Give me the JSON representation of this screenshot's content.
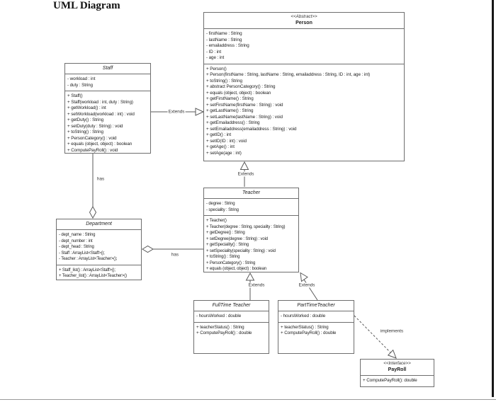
{
  "page": {
    "title": "UML Diagram"
  },
  "relationships": {
    "staff_extends_person": "Extends",
    "teacher_extends_person": "Extends",
    "department_has_staff": "has",
    "department_has_teacher": "has",
    "fulltime_extends_teacher": "Extends",
    "parttime_extends_teacher": "Extends",
    "parttime_implements_payroll": "implements"
  },
  "classes": {
    "person": {
      "stereotype": "<<Abstract>>",
      "name": "Person",
      "attributes": [
        "- firstName : String",
        "- lastName : String",
        "- emailaddress : String",
        "- ID : int",
        "- age : int"
      ],
      "methods": [
        "+ Person()",
        "+ Person(firstName : String, lastName : String, emailaddress : String, ID : int, age : int)",
        "+ toString() : String",
        "+ abstract PersonCategory() : String",
        "+ equals (object, object) : boolean",
        "+ getFirstName() : String",
        "+ setFirstName(firstName : String) : void",
        "+ getLastName() : String",
        "+ setLastName(lastName : String) : void",
        "+ getEmailaddress() : String",
        "+ setEmailaddress(emailaddress : String) : void",
        "+ getID() : int",
        "+ setID(ID : int) : void",
        "+ getAge() : int",
        "+ setAge(age : int)"
      ]
    },
    "staff": {
      "name": "Staff",
      "attributes": [
        "- workload : int",
        "- duty : String"
      ],
      "methods": [
        "+ Staff()",
        "+ Staff(workload : int, duty : String)",
        "+ getWorkload() : int",
        "+ setWorkload(workload : int) : void",
        "+ getDuty() : String",
        "+ setDuty(duty : String) : void",
        "+ toString() : String",
        "+ PersonCategory() : void",
        "+ equals (object, object) : boolean",
        "+ ComputePayRoll() : void"
      ]
    },
    "teacher": {
      "name": "Teacher",
      "attributes": [
        "- degree : String",
        "- speciality : String"
      ],
      "methods": [
        "+ Teacher()",
        "+ Teacher(degree : String, speciality : String)",
        "+ getDegree() : String",
        "+ setDegree(degree : String) : void",
        "+ getSpeciality() : String",
        "+ setSpeciality(speciality : String) : void",
        "+ toString() : String",
        "+ PersonCategory() : String",
        "+ equals (object, object) : boolean"
      ]
    },
    "department": {
      "name": "Department",
      "attributes": [
        "- dept_name : String",
        "- dept_number : int",
        "- dept_head : String",
        "- Staff : ArrayList<Staff>();",
        "- Teacher : ArrayList<Teacher>();"
      ],
      "methods": [
        "+ Staff_list() : ArrayList<Staff>();",
        "+ Teacher_list() : ArrayList<Teacher>()"
      ]
    },
    "fulltime_teacher": {
      "name": "FullTime Teacher",
      "attributes": [
        "- hoursWorked : double"
      ],
      "methods": [
        "+ teacherStatus() : String",
        "+ ComputePayRoll() : double"
      ]
    },
    "parttime_teacher": {
      "name": "PartTimeTeacher",
      "attributes": [
        "- hoursWorked : double"
      ],
      "methods": [
        "+ teacherStatus() : String",
        "+ ComputePayRoll() : double"
      ]
    },
    "payroll": {
      "stereotype": "<<Interface>>",
      "name": "PayRoll",
      "methods": [
        "+ ComputePayRoll(): double"
      ]
    }
  }
}
